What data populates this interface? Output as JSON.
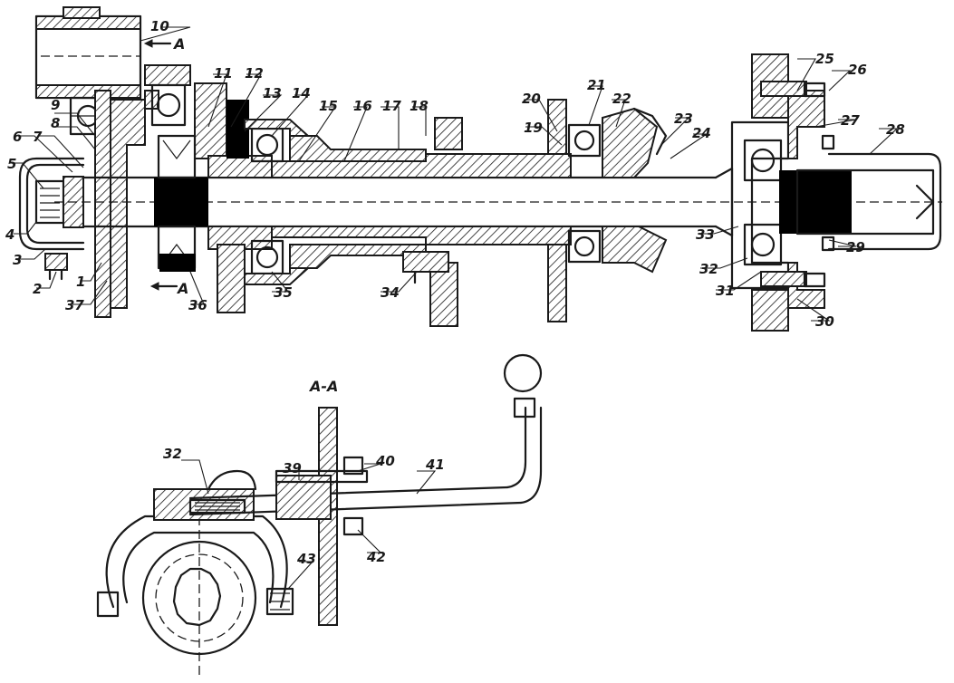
{
  "section_label": "А-А",
  "cut_mark": "А",
  "callouts": [
    {
      "id": "1",
      "text": "1"
    },
    {
      "id": "2",
      "text": "2"
    },
    {
      "id": "3",
      "text": "3"
    },
    {
      "id": "4",
      "text": "4"
    },
    {
      "id": "5",
      "text": "5"
    },
    {
      "id": "6",
      "text": "6"
    },
    {
      "id": "7",
      "text": "7"
    },
    {
      "id": "8",
      "text": "8"
    },
    {
      "id": "9",
      "text": "9"
    },
    {
      "id": "10",
      "text": "10"
    },
    {
      "id": "11",
      "text": "11"
    },
    {
      "id": "12",
      "text": "12"
    },
    {
      "id": "13",
      "text": "13"
    },
    {
      "id": "14",
      "text": "14"
    },
    {
      "id": "15",
      "text": "15"
    },
    {
      "id": "16",
      "text": "16"
    },
    {
      "id": "17",
      "text": "17"
    },
    {
      "id": "18",
      "text": "18"
    },
    {
      "id": "19",
      "text": "19"
    },
    {
      "id": "20",
      "text": "20"
    },
    {
      "id": "21",
      "text": "21"
    },
    {
      "id": "22",
      "text": "22"
    },
    {
      "id": "23",
      "text": "23"
    },
    {
      "id": "24",
      "text": "24"
    },
    {
      "id": "25",
      "text": "25"
    },
    {
      "id": "26",
      "text": "26"
    },
    {
      "id": "27",
      "text": "27"
    },
    {
      "id": "28",
      "text": "28"
    },
    {
      "id": "29",
      "text": "29"
    },
    {
      "id": "30",
      "text": "30"
    },
    {
      "id": "31",
      "text": "31"
    },
    {
      "id": "32",
      "text": "32"
    },
    {
      "id": "33",
      "text": "33"
    },
    {
      "id": "34",
      "text": "34"
    },
    {
      "id": "35",
      "text": "35"
    },
    {
      "id": "36",
      "text": "36"
    },
    {
      "id": "37",
      "text": "37"
    },
    {
      "id": "39",
      "text": "39"
    },
    {
      "id": "40",
      "text": "40"
    },
    {
      "id": "41",
      "text": "41"
    },
    {
      "id": "42",
      "text": "42"
    },
    {
      "id": "43",
      "text": "43"
    },
    {
      "id": "32b",
      "text": "32"
    }
  ]
}
